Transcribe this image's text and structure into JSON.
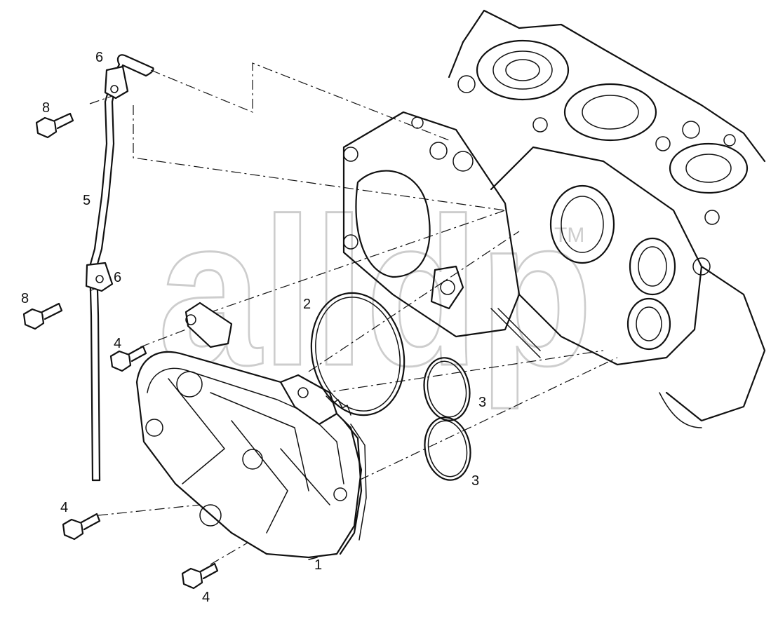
{
  "watermark": {
    "text": "alldp",
    "mark": "TM"
  },
  "callouts": {
    "c1": "1",
    "c2": "2",
    "c3a": "3",
    "c3b": "3",
    "c4a": "4",
    "c4b": "4",
    "c4c": "4",
    "c5": "5",
    "c6a": "6",
    "c6b": "6",
    "c8a": "8",
    "c8b": "8"
  }
}
